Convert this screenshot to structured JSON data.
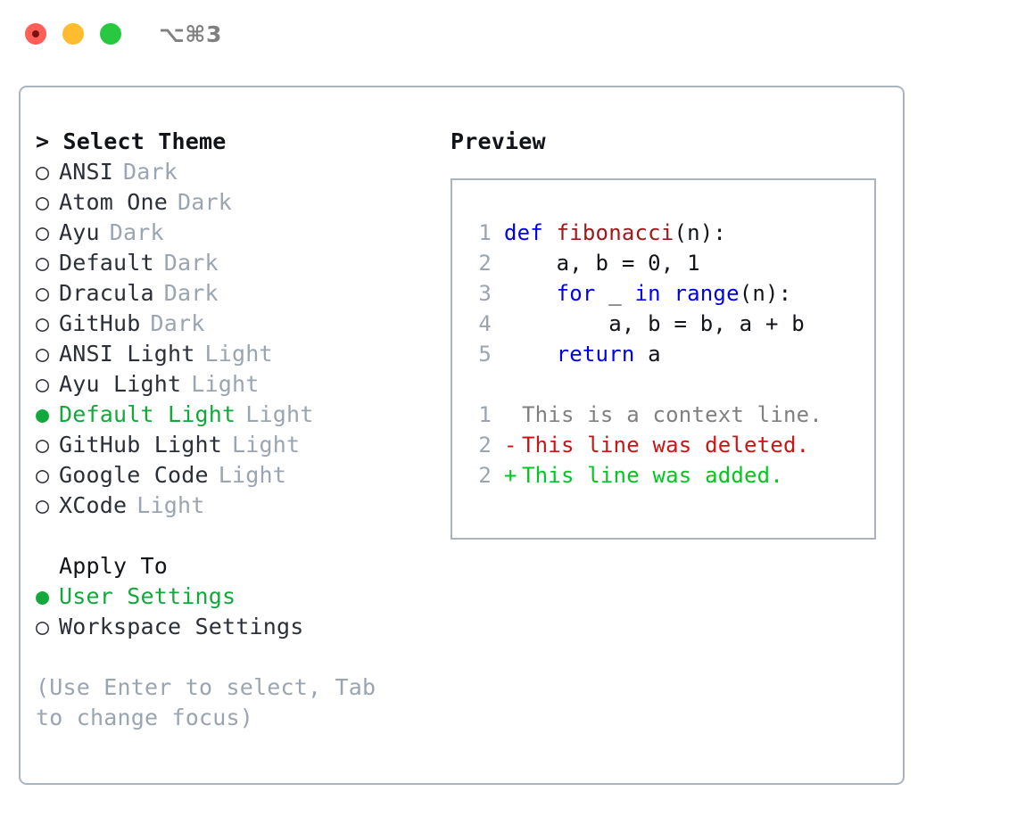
{
  "titlebar": {
    "shortcut": "⌥⌘3",
    "buttons": [
      "close",
      "minimize",
      "maximize"
    ]
  },
  "colors": {
    "accent_green": "#13a83c",
    "muted": "#9aa5b1",
    "text": "#2b3038",
    "border": "#aab4c0",
    "keyword_blue": "#0000ee",
    "function_red": "#a01818",
    "diff_red": "#cc1414",
    "diff_green": "#00c820"
  },
  "theme_list": {
    "header": "> Select Theme",
    "items": [
      {
        "marker": "○",
        "label": "ANSI",
        "variant": "Dark",
        "selected": false
      },
      {
        "marker": "○",
        "label": "Atom One",
        "variant": "Dark",
        "selected": false
      },
      {
        "marker": "○",
        "label": "Ayu",
        "variant": "Dark",
        "selected": false
      },
      {
        "marker": "○",
        "label": "Default",
        "variant": "Dark",
        "selected": false
      },
      {
        "marker": "○",
        "label": "Dracula",
        "variant": "Dark",
        "selected": false
      },
      {
        "marker": "○",
        "label": "GitHub",
        "variant": "Dark",
        "selected": false
      },
      {
        "marker": "○",
        "label": "ANSI Light",
        "variant": "Light",
        "selected": false
      },
      {
        "marker": "○",
        "label": "Ayu Light",
        "variant": "Light",
        "selected": false
      },
      {
        "marker": "●",
        "label": "Default Light",
        "variant": "Light",
        "selected": true
      },
      {
        "marker": "○",
        "label": "GitHub Light",
        "variant": "Light",
        "selected": false
      },
      {
        "marker": "○",
        "label": "Google Code",
        "variant": "Light",
        "selected": false
      },
      {
        "marker": "○",
        "label": "XCode",
        "variant": "Light",
        "selected": false
      }
    ]
  },
  "apply_to": {
    "header": "Apply To",
    "items": [
      {
        "marker": "●",
        "label": "User Settings",
        "selected": true
      },
      {
        "marker": "○",
        "label": "Workspace Settings",
        "selected": false
      }
    ]
  },
  "hint": "(Use Enter to select, Tab to change focus)",
  "preview": {
    "title": "Preview",
    "code_lines": [
      {
        "no": "1",
        "tokens": [
          {
            "t": "def ",
            "c": "kw"
          },
          {
            "t": "fibonacci",
            "c": "fn"
          },
          {
            "t": "(n):",
            "c": "pl"
          }
        ]
      },
      {
        "no": "2",
        "tokens": [
          {
            "t": "    a, b = 0, 1",
            "c": "pl"
          }
        ]
      },
      {
        "no": "3",
        "tokens": [
          {
            "t": "    ",
            "c": "pl"
          },
          {
            "t": "for",
            "c": "kw"
          },
          {
            "t": " _ ",
            "c": "pl"
          },
          {
            "t": "in",
            "c": "kw"
          },
          {
            "t": " ",
            "c": "pl"
          },
          {
            "t": "range",
            "c": "kw"
          },
          {
            "t": "(n):",
            "c": "pl"
          }
        ]
      },
      {
        "no": "4",
        "tokens": [
          {
            "t": "        a, b = b, a + b",
            "c": "pl"
          }
        ]
      },
      {
        "no": "5",
        "tokens": [
          {
            "t": "    ",
            "c": "pl"
          },
          {
            "t": "return",
            "c": "kw"
          },
          {
            "t": " a",
            "c": "pl"
          }
        ]
      }
    ],
    "diff_lines": [
      {
        "no": "1",
        "mark": " ",
        "text": "This is a context line.",
        "kind": "gray"
      },
      {
        "no": "2",
        "mark": "-",
        "text": "This line was deleted.",
        "kind": "del"
      },
      {
        "no": "2",
        "mark": "+",
        "text": "This line was added.",
        "kind": "add"
      }
    ]
  }
}
